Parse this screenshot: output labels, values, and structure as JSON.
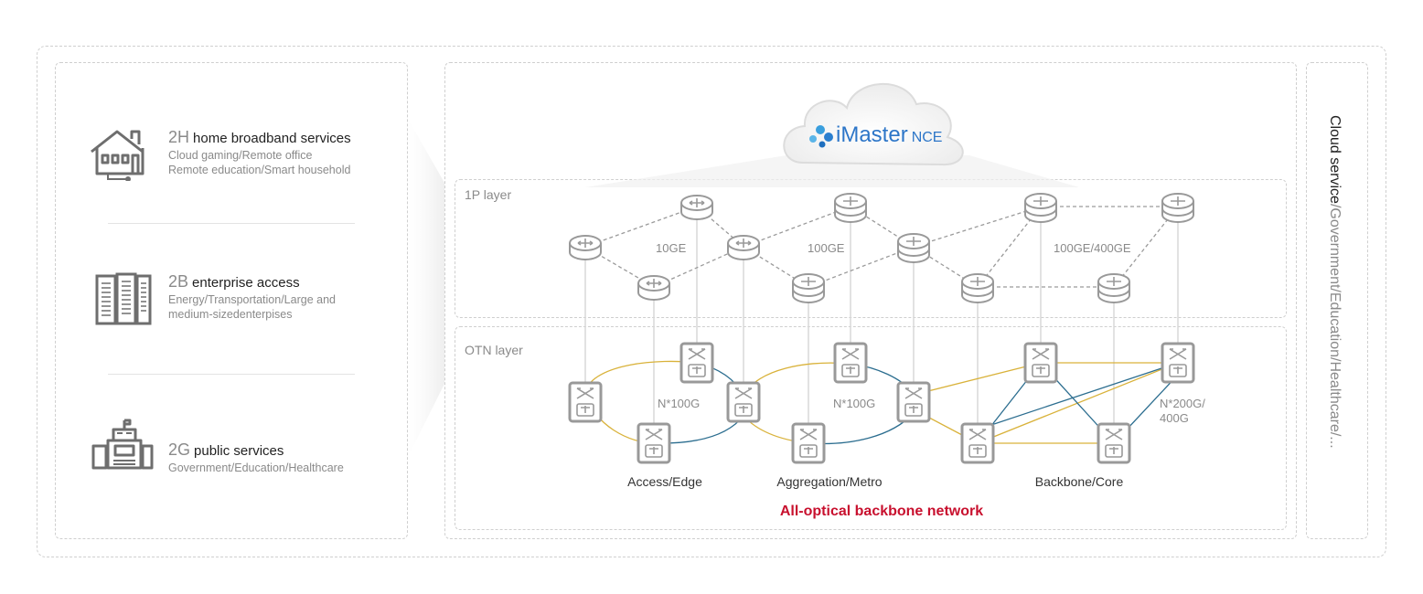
{
  "services": [
    {
      "code": "2H",
      "title": "home broadband services",
      "desc1": "Cloud gaming/Remote office",
      "desc2": "Remote education/Smart household",
      "icon": "house-icon"
    },
    {
      "code": "2B",
      "title": "enterprise access",
      "desc1": "Energy/Transportation/Large and",
      "desc2": "medium-sizedenterpises",
      "icon": "building-icon"
    },
    {
      "code": "2G",
      "title": "public services",
      "desc1": "Government/Education/Healthcare",
      "desc2": "",
      "icon": "government-icon"
    }
  ],
  "controller": {
    "brand": "iMaster",
    "product": "NCE"
  },
  "layers": {
    "ip": "1P layer",
    "otn": "OTN layer"
  },
  "ip_links": [
    "10GE",
    "100GE",
    "100GE/400GE"
  ],
  "otn_links": [
    "N*100G",
    "N*100G",
    "N*200G/",
    "400G"
  ],
  "segments": [
    "Access/Edge",
    "Aggregation/Metro",
    "Backbone/Core"
  ],
  "network_title": "All-optical backbone network",
  "cloud_service": {
    "main": "Cloud service",
    "rest": "/Government/Education/Healthcare/..."
  },
  "colors": {
    "accent_red": "#c8102e",
    "gold_link": "#d9b23a",
    "teal_link": "#2b6d8f",
    "device_gray": "#8c8c8c",
    "dashed_border": "#cfcfcf"
  }
}
